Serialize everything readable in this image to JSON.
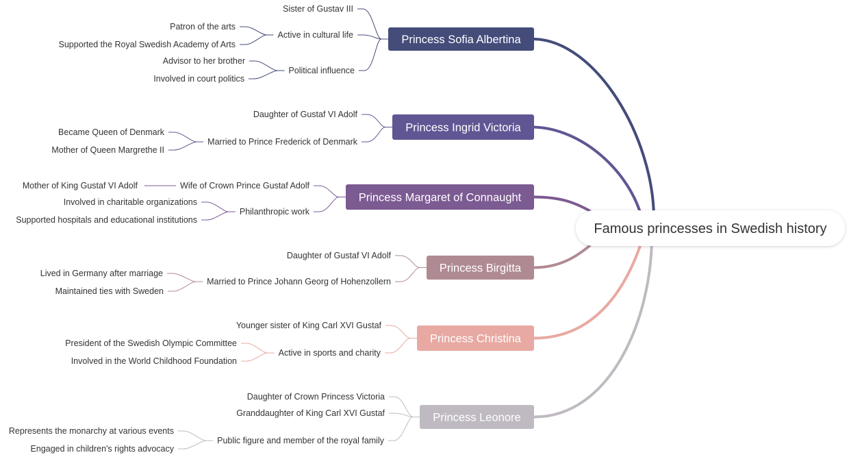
{
  "root": {
    "label": "Famous princesses in Swedish history"
  },
  "branches": [
    {
      "label": "Princess Sofia Albertina",
      "color": "#444c7a",
      "children": [
        {
          "label": "Sister of Gustav III",
          "children": []
        },
        {
          "label": "Active in cultural life",
          "children": [
            {
              "label": "Patron of the arts"
            },
            {
              "label": "Supported the Royal Swedish Academy of Arts"
            }
          ]
        },
        {
          "label": "Political influence",
          "children": [
            {
              "label": "Advisor to her brother"
            },
            {
              "label": "Involved in court politics"
            }
          ]
        }
      ]
    },
    {
      "label": "Princess Ingrid Victoria",
      "color": "#615694",
      "children": [
        {
          "label": "Daughter of Gustaf VI Adolf",
          "children": []
        },
        {
          "label": "Married to Prince Frederick of Denmark",
          "children": [
            {
              "label": "Became Queen of Denmark"
            },
            {
              "label": "Mother of Queen Margrethe II"
            }
          ]
        }
      ]
    },
    {
      "label": "Princess Margaret of Connaught",
      "color": "#7c5a92",
      "children": [
        {
          "label": "Wife of Crown Prince Gustaf Adolf",
          "children": [
            {
              "label": "Mother of King Gustaf VI Adolf"
            }
          ]
        },
        {
          "label": "Philanthropic work",
          "children": [
            {
              "label": "Involved in charitable organizations"
            },
            {
              "label": "Supported hospitals and educational institutions"
            }
          ]
        }
      ]
    },
    {
      "label": "Princess Birgitta",
      "color": "#b08a93",
      "children": [
        {
          "label": "Daughter of Gustaf VI Adolf",
          "children": []
        },
        {
          "label": "Married to Prince Johann Georg of Hohenzollern",
          "children": [
            {
              "label": "Lived in Germany after marriage"
            },
            {
              "label": "Maintained ties with Sweden"
            }
          ]
        }
      ]
    },
    {
      "label": "Princess Christina",
      "color": "#e8a9a2",
      "children": [
        {
          "label": "Younger sister of King Carl XVI Gustaf",
          "children": []
        },
        {
          "label": "Active in sports and charity",
          "children": [
            {
              "label": "President of the Swedish Olympic Committee"
            },
            {
              "label": "Involved in the World Childhood Foundation"
            }
          ]
        }
      ]
    },
    {
      "label": "Princess Leonore",
      "color": "#bfbac1",
      "children": [
        {
          "label": "Daughter of Crown Princess Victoria",
          "children": []
        },
        {
          "label": "Granddaughter of King Carl XVI Gustaf",
          "children": []
        },
        {
          "label": "Public figure and member of the royal family",
          "children": [
            {
              "label": "Represents the monarchy at various events"
            },
            {
              "label": "Engaged in children's rights advocacy"
            }
          ]
        }
      ]
    }
  ]
}
